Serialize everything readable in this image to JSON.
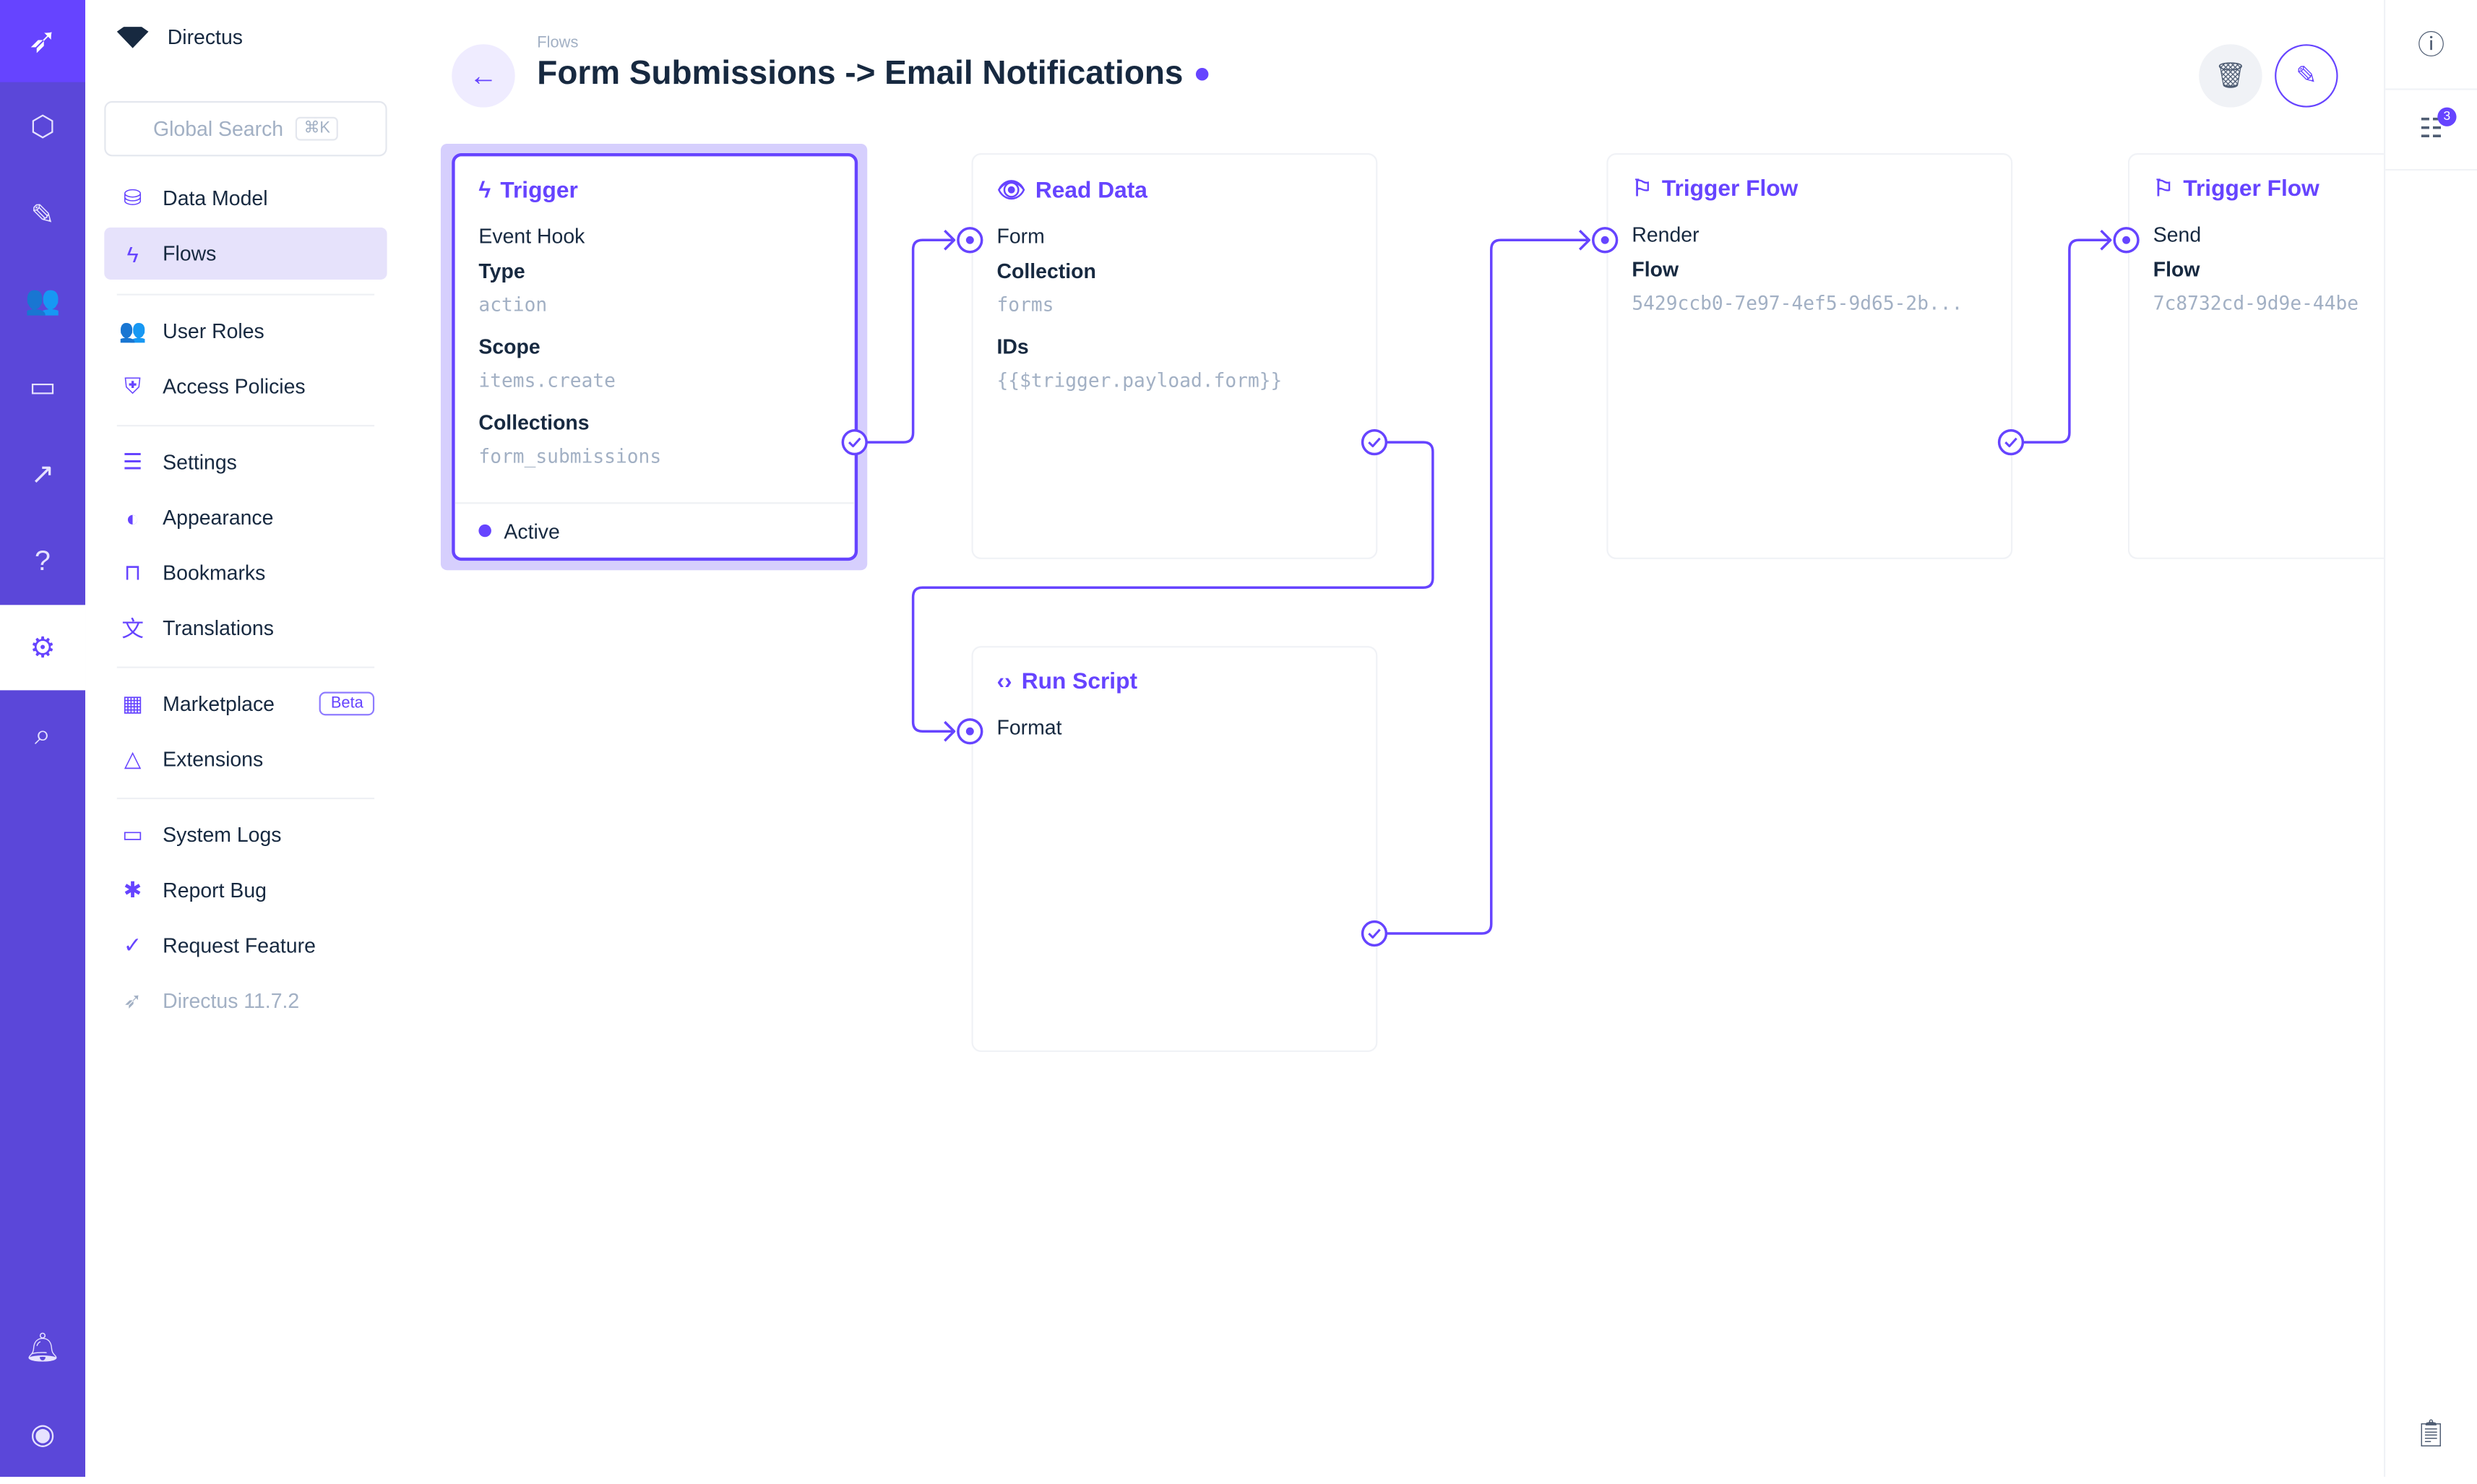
{
  "app": {
    "name": "Directus",
    "search_placeholder": "Global Search",
    "search_shortcut": "⌘K"
  },
  "rail": {
    "icons": [
      "rabbit-logo",
      "cube-icon",
      "edit-icon",
      "users-icon",
      "folder-icon",
      "insights-icon",
      "help-icon",
      "settings-icon",
      "search-icon",
      "bell-icon",
      "account-icon"
    ]
  },
  "nav": {
    "items": [
      {
        "label": "Data Model",
        "icon": "⛁"
      },
      {
        "label": "Flows",
        "icon": "ϟ"
      },
      {
        "label": "User Roles",
        "icon": "👥"
      },
      {
        "label": "Access Policies",
        "icon": "⛨"
      },
      {
        "label": "Settings",
        "icon": "☰"
      },
      {
        "label": "Appearance",
        "icon": "◐"
      },
      {
        "label": "Bookmarks",
        "icon": "⊓"
      },
      {
        "label": "Translations",
        "icon": "文"
      },
      {
        "label": "Marketplace",
        "icon": "▦",
        "badge": "Beta"
      },
      {
        "label": "Extensions",
        "icon": "△"
      },
      {
        "label": "System Logs",
        "icon": "▭"
      },
      {
        "label": "Report Bug",
        "icon": "✱"
      },
      {
        "label": "Request Feature",
        "icon": "✓"
      },
      {
        "label": "Directus 11.7.2",
        "icon": "➶"
      }
    ]
  },
  "header": {
    "breadcrumb": "Flows",
    "title": "Form Submissions -> Email Notifications"
  },
  "flow": {
    "trigger": {
      "title": "Trigger",
      "subtitle": "Event Hook",
      "type_label": "Type",
      "type": "action",
      "scope_label": "Scope",
      "scope": "items.create",
      "collections_label": "Collections",
      "collections": "form_submissions",
      "status": "Active"
    },
    "read": {
      "title": "Read Data",
      "key": "Form",
      "collection_label": "Collection",
      "collection": "forms",
      "ids_label": "IDs",
      "ids": "{{$trigger.payload.form}}"
    },
    "script": {
      "title": "Run Script",
      "key": "Format"
    },
    "flow1": {
      "title": "Trigger Flow",
      "key": "Render",
      "flow_label": "Flow",
      "flow": "5429ccb0-7e97-4ef5-9d65-2b..."
    },
    "flow2": {
      "title": "Trigger Flow",
      "key": "Send",
      "flow_label": "Flow",
      "flow": "7c8732cd-9d9e-44be"
    }
  },
  "right": {
    "notifications_count": "3"
  },
  "colors": {
    "accent": "#6644ff",
    "rail": "#5b47d9"
  }
}
